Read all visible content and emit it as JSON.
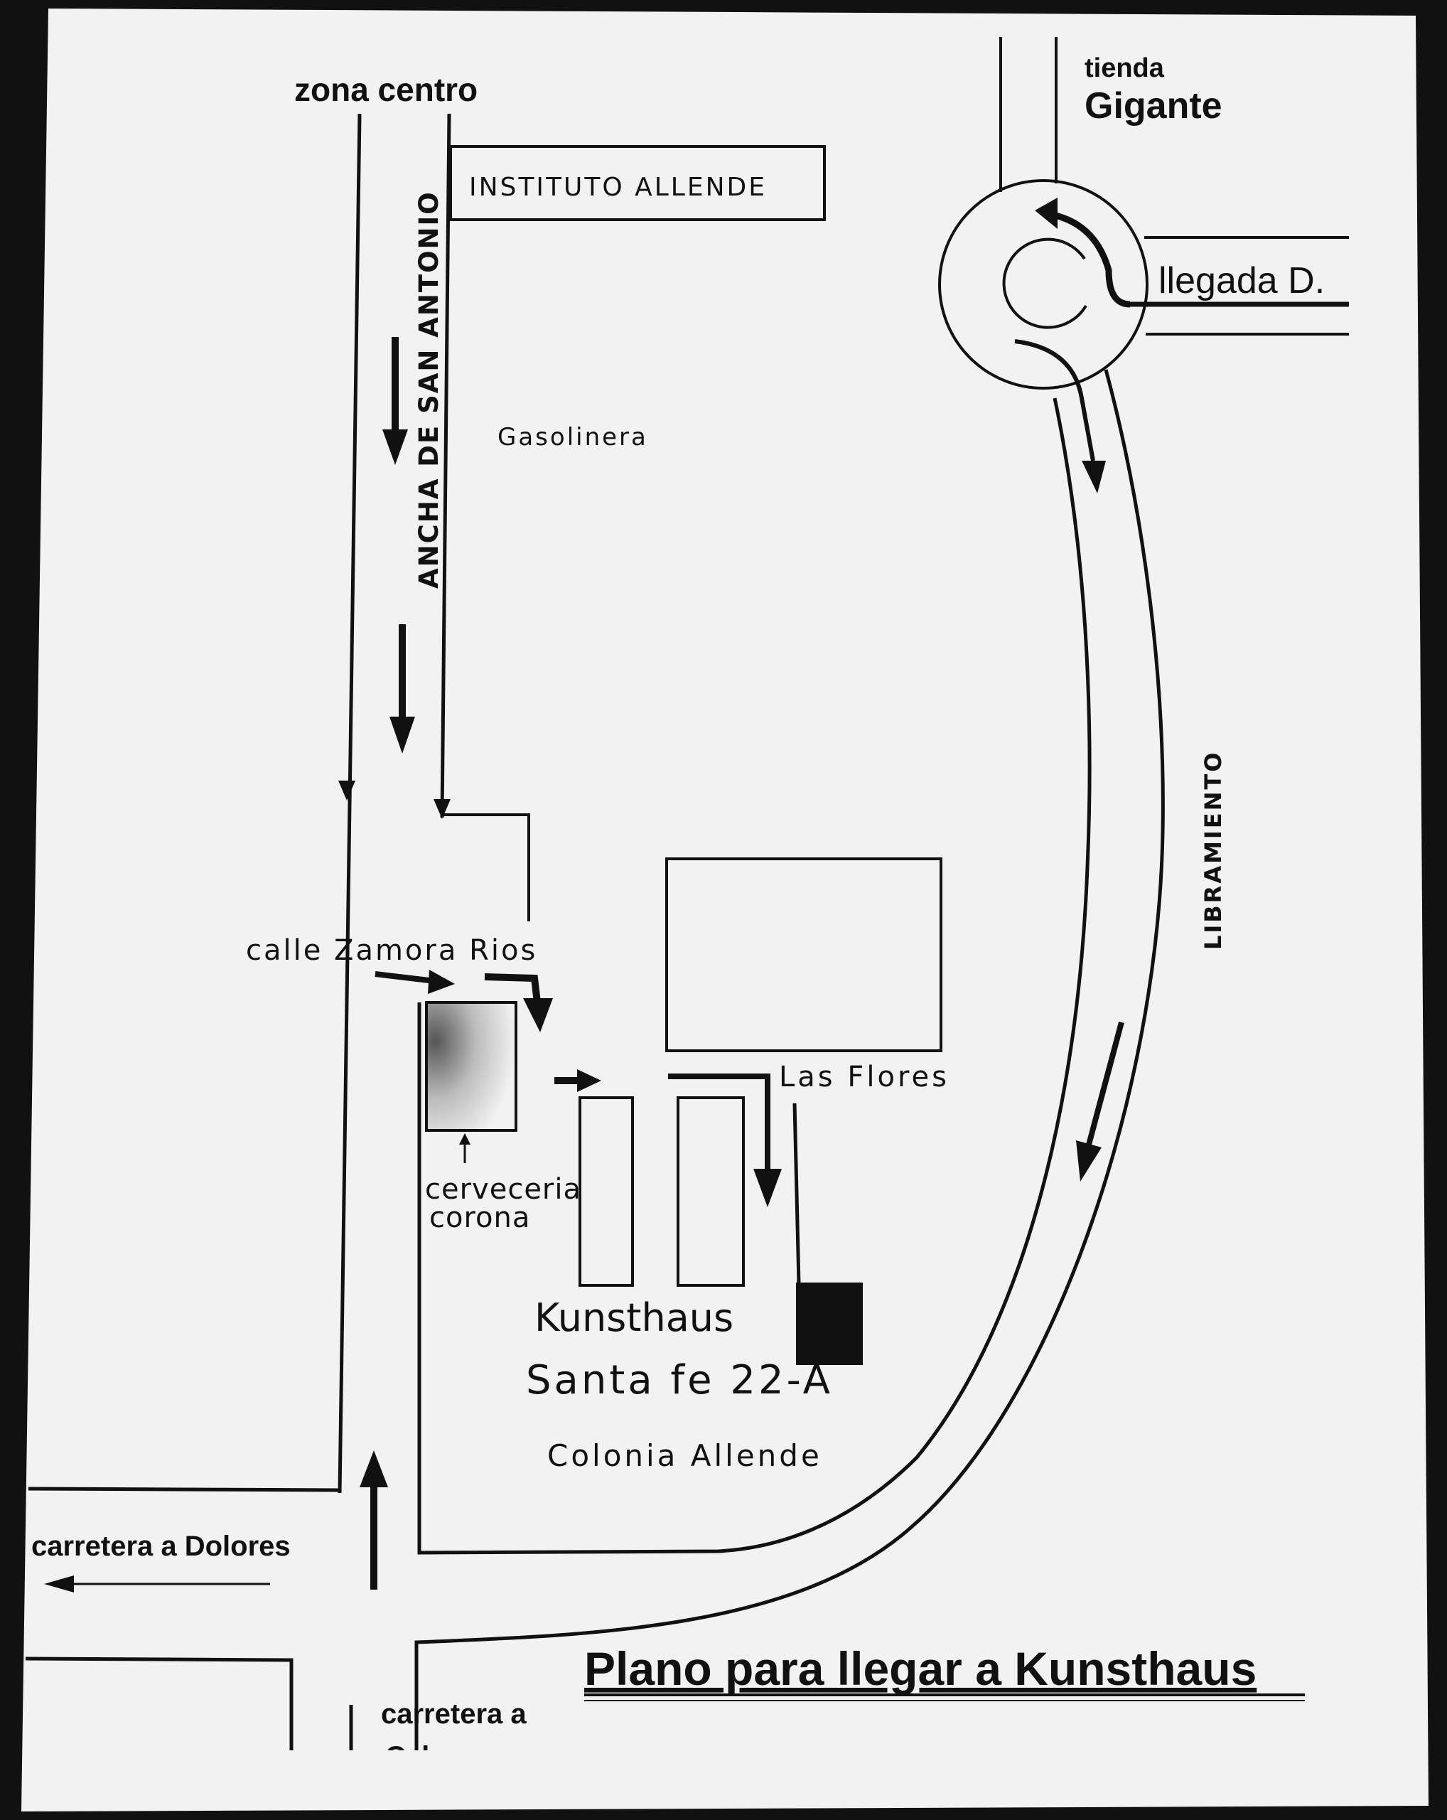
{
  "map": {
    "title": "Plano para llegar a Kunsthaus",
    "labels": {
      "zona_centro": "zona centro",
      "tienda": "tienda",
      "gigante": "Gigante",
      "instituto": "INSTITUTO ALLENDE",
      "ancha": "ANCHA DE SAN ANTONIO",
      "gasolinera": "Gasolinera",
      "llegada": "llegada D.",
      "libramiento": "LIBRAMIENTO",
      "calle_zamora": "calle Zamora Rios",
      "las_flores": "Las Flores",
      "cerveceria": "cerveceria",
      "corona": "corona",
      "kunsthaus": "Kunsthaus",
      "santa_fe": "Santa fe 22-A",
      "colonia": "Colonia Allende",
      "carretera_dolores": "carretera a Dolores",
      "carretera_celaya_line1": "carretera a",
      "carretera_celaya_line2": "Celaya"
    },
    "colors": {
      "paper": "#f3f2f3",
      "ink": "#111111",
      "background": "#111111"
    }
  }
}
